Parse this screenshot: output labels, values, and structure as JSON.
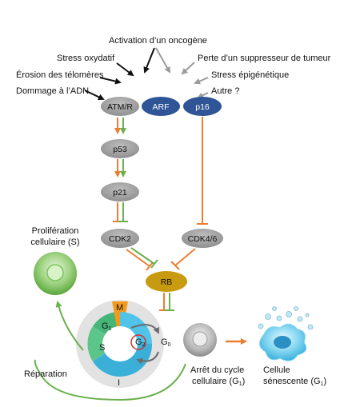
{
  "stimuli": {
    "oncogene": "Activation d’un oncogène",
    "oxidative": "Stress oxydatif",
    "telomere": "Érosion des télomères",
    "dna": "Dommage à l’ADN",
    "suppressor": "Perte d’un suppresseur de tumeur",
    "epigenetic": "Stress épigénétique",
    "other": "Autre ?"
  },
  "nodes": {
    "atm": "ATM/R",
    "arf": "ARF",
    "p16": "p16",
    "p53": "p53",
    "p21": "p21",
    "cdk2": "CDK2",
    "cdk46": "CDK4/6",
    "rb": "RB"
  },
  "states": {
    "proliferation_line1": "Prolifération",
    "proliferation_line2": "cellulaire (S)",
    "arrest_line1": "Arrêt du cycle",
    "arrest_line2": "cellulaire (G",
    "arrest_sub": "1",
    "senescent_line1": "Cellule",
    "senescent_line2": "sénescente (G",
    "senescent_sub": "1",
    "repair": "Réparation"
  },
  "cycle": {
    "m": "M",
    "g1": "G",
    "g1_sub": "1",
    "s": "S",
    "i": "I",
    "g2": "G",
    "g2_sub": "2",
    "g0": "G",
    "g0_sub": "0"
  },
  "colors": {
    "orange": "#ee7d31",
    "green": "#6ab04c",
    "gray_node": "#9e9e9e",
    "blue_node": "#2f5597",
    "rb": "#c89a10",
    "cycle_green": "#5cc58a",
    "cycle_blue": "#4fc3e8",
    "cycle_orange": "#f39a1e"
  }
}
